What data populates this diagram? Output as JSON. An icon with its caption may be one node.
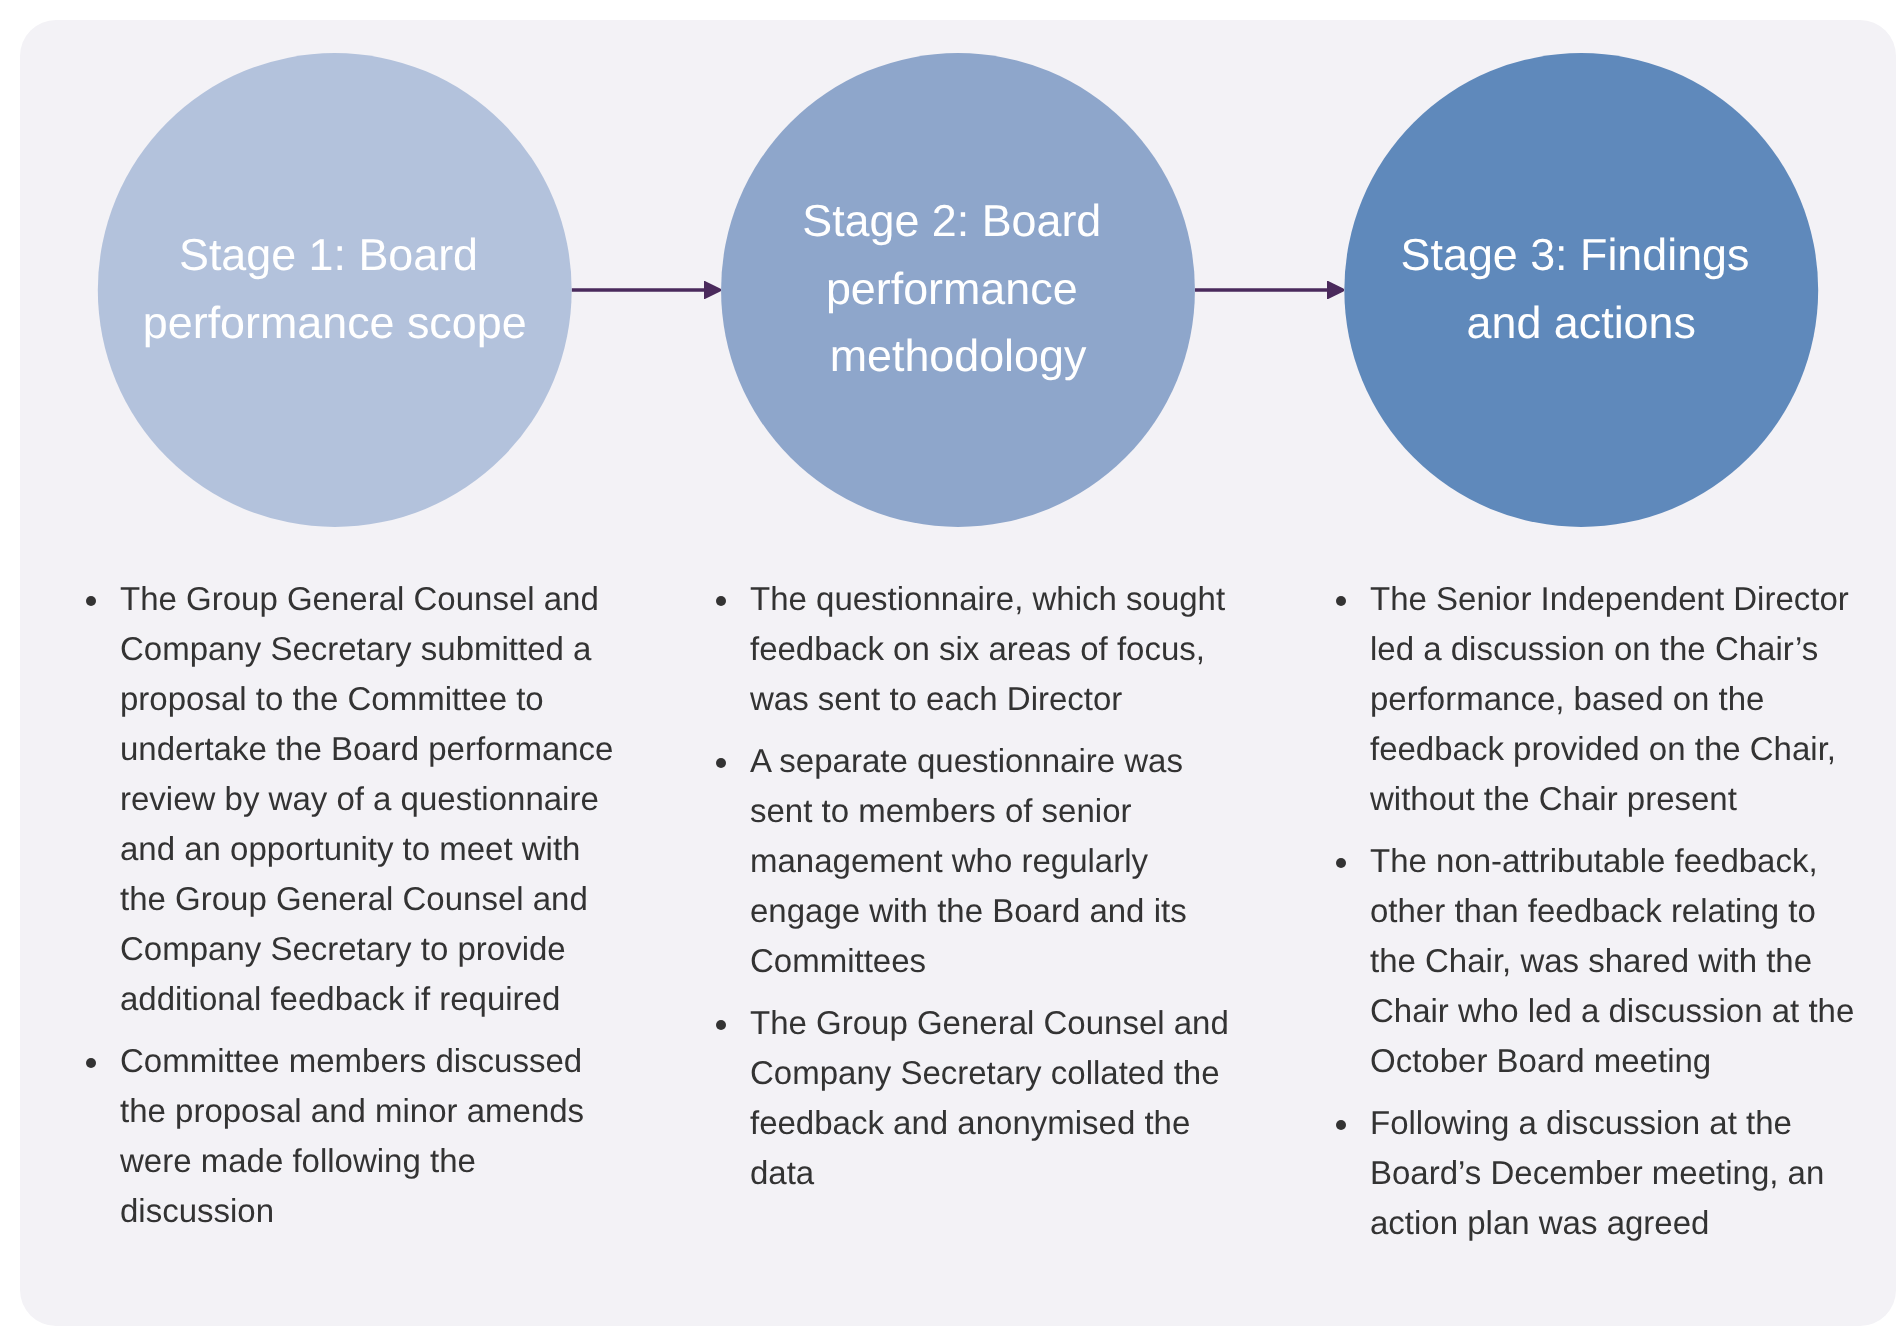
{
  "diagram": {
    "nodes": [
      {
        "text": [
          "Stage 1: Board performance scope"
        ],
        "beside": [
          "The Group General Counsel and Company Secretary submitted a proposal to the Committee to undertake the Board performance review by way of a questionnaire and an opportunity to meet with the Group General Counsel and Company Secretary to provide additional feedback if required",
          "Committee members discussed the proposal and minor amends were made following the discussion"
        ]
      },
      {
        "text": [
          "Stage 2: Board performance methodology"
        ],
        "beside": [
          "The questionnaire, which sought feedback on six areas of focus, was sent to each Director",
          "A separate questionnaire was sent to members of senior management who regularly engage with the Board and its Committees",
          "The Group General Counsel and Company Secretary collated the feedback and anonymised the data"
        ]
      },
      {
        "text": [
          "Stage 3: Findings and actions"
        ],
        "beside": [
          "The Senior Independent Director led a discussion on the Chair’s performance, based on the feedback provided on the Chair, without the Chair present",
          "The non-attributable feedback, other than feedback relating to the Chair, was shared with the Chair who led a discussion at the October Board meeting",
          "Following a discussion at the Board’s December meeting, an action plan was agreed"
        ]
      }
    ],
    "edges": [
      {
        "from": 0,
        "to": 1,
        "arrow": "to"
      },
      {
        "from": 1,
        "to": 2,
        "arrow": "to"
      }
    ]
  }
}
